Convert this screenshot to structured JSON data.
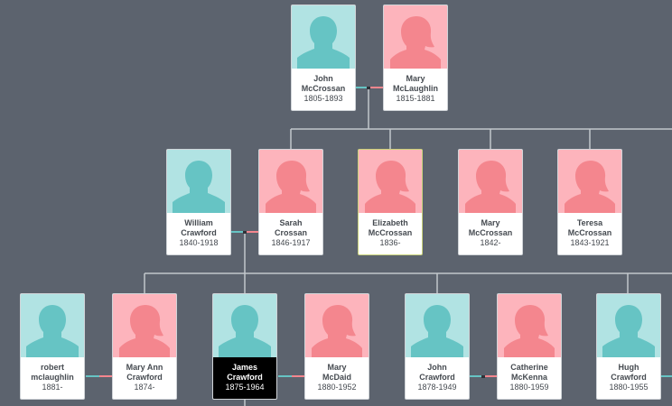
{
  "colors": {
    "background": "#5c636e",
    "male_photo_bg": "#b1e3e3",
    "male_silhouette": "#66c4c4",
    "female_photo_bg": "#fdb4bc",
    "female_silhouette": "#f4868e",
    "line": "#c2c7cc",
    "male_link": "#66c4c4",
    "female_link": "#f4868e",
    "selected_bg": "#000000"
  },
  "people": {
    "john_mccrossan": {
      "name": "John\nMcCrossan",
      "dates": "1805-1893",
      "gender": "male",
      "icon": "male-silhouette-icon"
    },
    "mary_mclaughlin": {
      "name": "Mary\nMcLaughlin",
      "dates": "1815-1881",
      "gender": "female",
      "icon": "female-silhouette-icon"
    },
    "william_crawford": {
      "name": "William\nCrawford",
      "dates": "1840-1918",
      "gender": "male",
      "icon": "male-silhouette-icon"
    },
    "sarah_crossan": {
      "name": "Sarah\nCrossan",
      "dates": "1846-1917",
      "gender": "female",
      "icon": "female-silhouette-icon"
    },
    "elizabeth_mccrossan": {
      "name": "Elizabeth\nMcCrossan",
      "dates": "1836-",
      "gender": "female",
      "icon": "female-silhouette-icon"
    },
    "mary_mccrossan": {
      "name": "Mary\nMcCrossan",
      "dates": "1842-",
      "gender": "female",
      "icon": "female-silhouette-icon"
    },
    "teresa_mccrossan": {
      "name": "Teresa\nMcCrossan",
      "dates": "1843-1921",
      "gender": "female",
      "icon": "female-silhouette-icon"
    },
    "robert_mclaughlin": {
      "name": "robert\nmclaughlin",
      "dates": "1881-",
      "gender": "male",
      "icon": "male-silhouette-icon"
    },
    "mary_ann_crawford": {
      "name": "Mary Ann\nCrawford",
      "dates": "1874-",
      "gender": "female",
      "icon": "female-silhouette-icon"
    },
    "james_crawford": {
      "name": "James\nCrawford",
      "dates": "1875-1964",
      "gender": "male",
      "icon": "male-silhouette-icon",
      "selected": true
    },
    "mary_mcdaid": {
      "name": "Mary\nMcDaid",
      "dates": "1880-1952",
      "gender": "female",
      "icon": "female-silhouette-icon"
    },
    "john_crawford": {
      "name": "John\nCrawford",
      "dates": "1878-1949",
      "gender": "male",
      "icon": "male-silhouette-icon"
    },
    "catherine_mckenna": {
      "name": "Catherine\nMcKenna",
      "dates": "1880-1959",
      "gender": "female",
      "icon": "female-silhouette-icon"
    },
    "hugh_crawford": {
      "name": "Hugh\nCrawford",
      "dates": "1880-1955",
      "gender": "male",
      "icon": "male-silhouette-icon"
    }
  }
}
